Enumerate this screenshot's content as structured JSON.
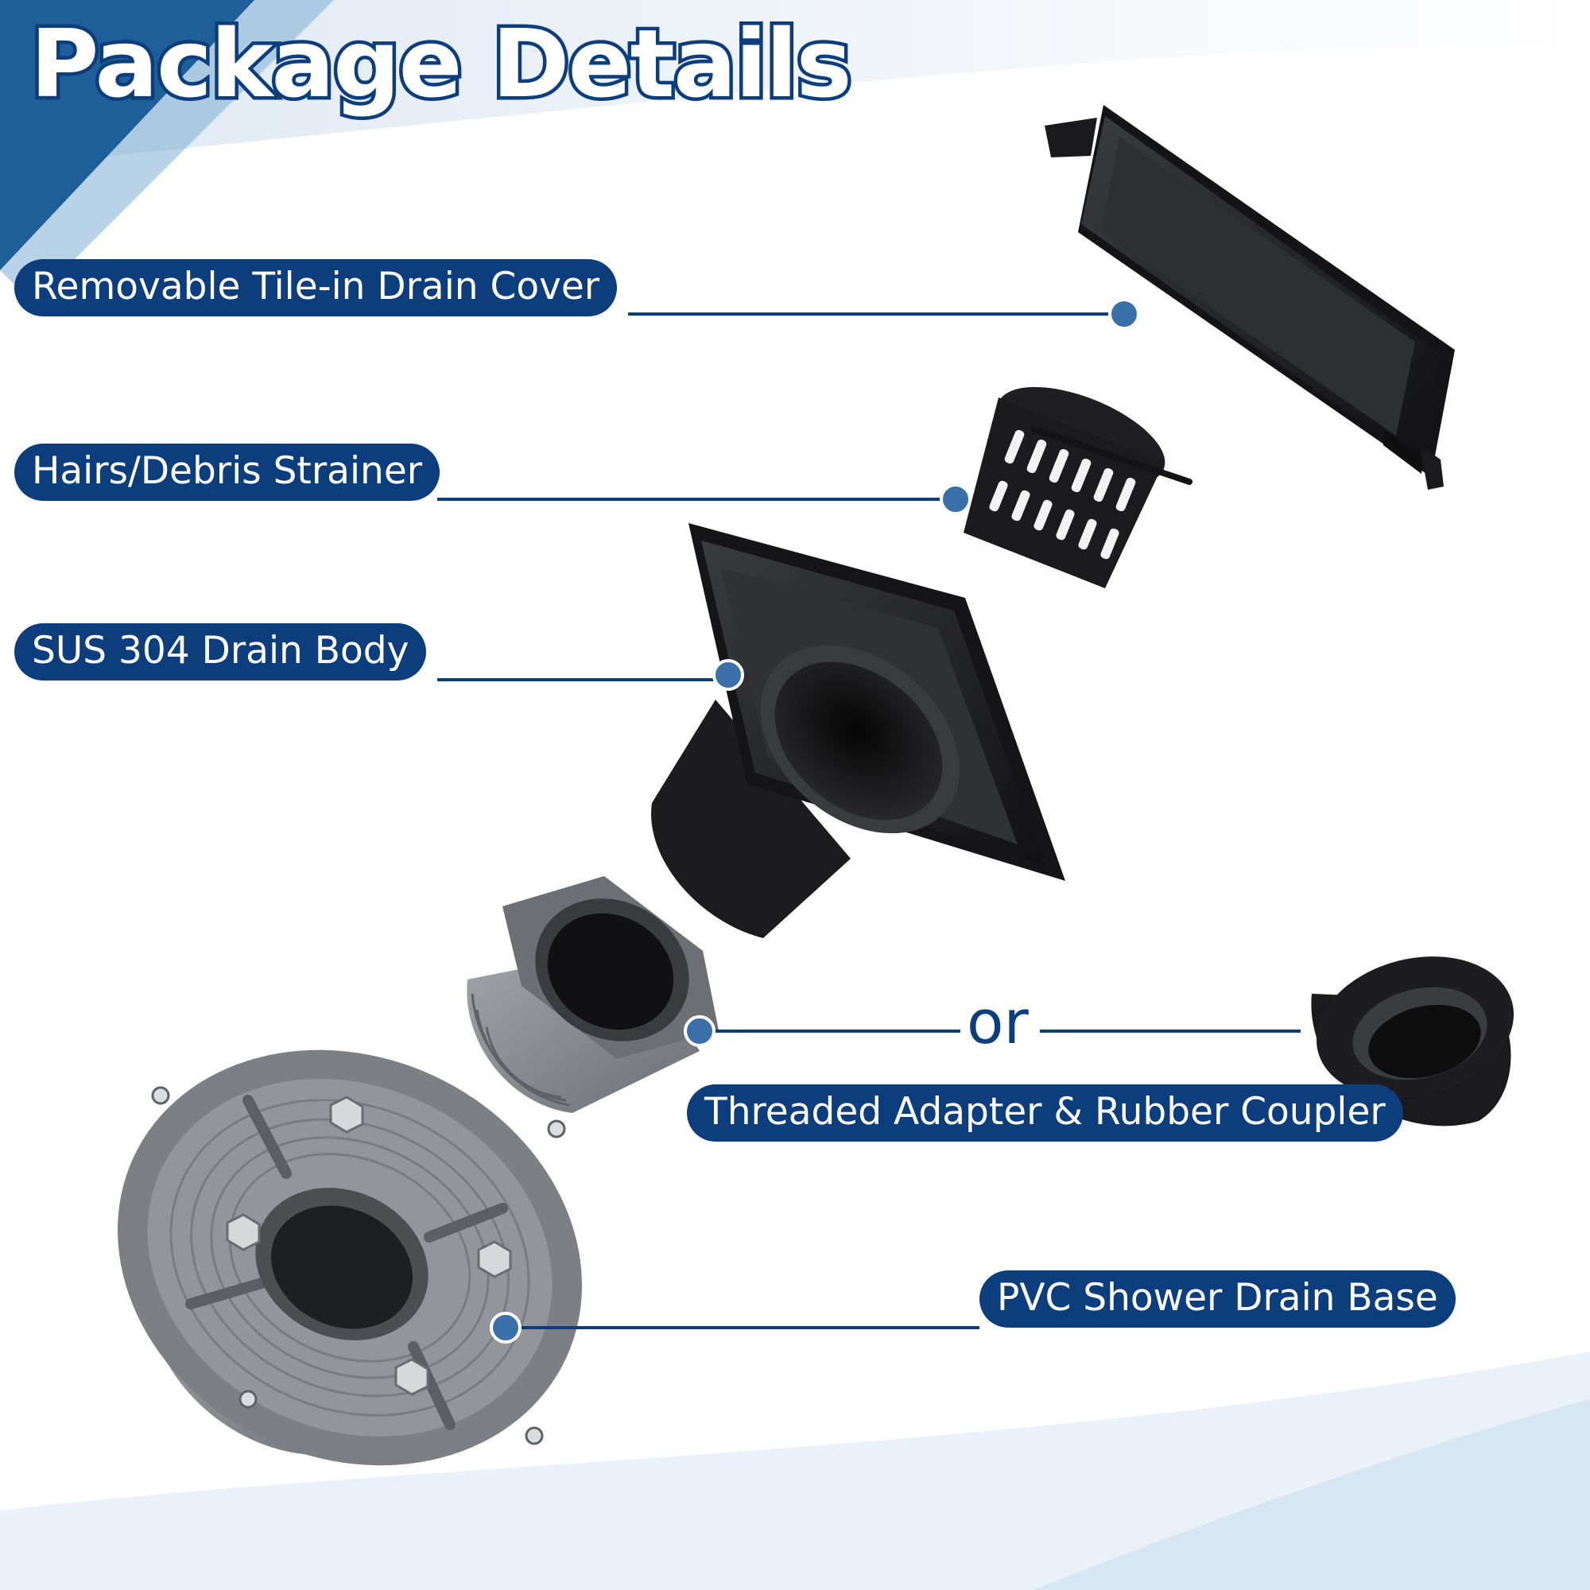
{
  "title": "Package Details",
  "labels": {
    "drain_cover": "Removable Tile-in Drain Cover",
    "strainer": "Hairs/Debris Strainer",
    "drain_body": "SUS 304 Drain Body",
    "adapter_coupler": "Threaded Adapter & Rubber Coupler",
    "drain_base": "PVC Shower Drain Base"
  },
  "or_text": "or",
  "colors": {
    "brand_navy": "#0c3d7c",
    "leader_dot": "#3a6fa8",
    "black_part": "#1b1b1d",
    "gray_pvc": "#8b8d92"
  }
}
